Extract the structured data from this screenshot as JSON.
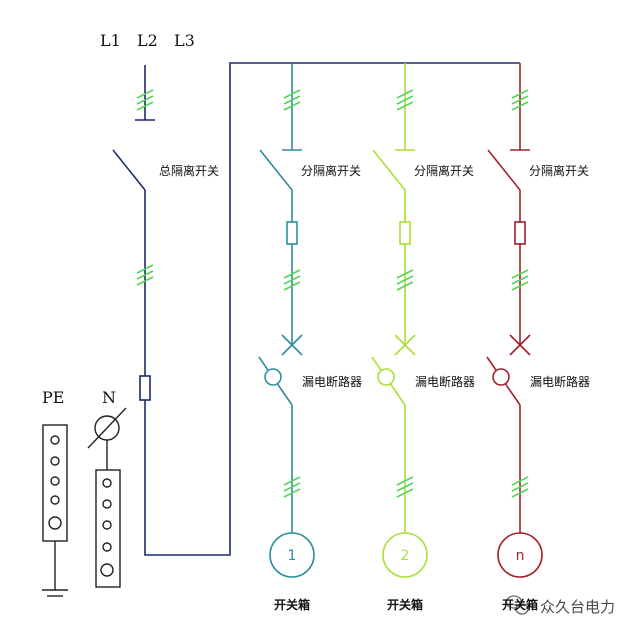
{
  "phases": [
    "L1",
    "L2",
    "L3"
  ],
  "main_switch_label": "总隔离开关",
  "branches": [
    {
      "switch_label": "分隔离开关",
      "breaker_label": "漏电断路器",
      "box_id": "1",
      "box_label": "开关箱",
      "color": "#2b8ea0"
    },
    {
      "switch_label": "分隔离开关",
      "breaker_label": "漏电断路器",
      "box_id": "2",
      "box_label": "开关箱",
      "color": "#a9e034"
    },
    {
      "switch_label": "分隔离开关",
      "breaker_label": "漏电断路器",
      "box_id": "n",
      "box_label": "开关箱",
      "color": "#a3202c"
    }
  ],
  "pe_label": "PE",
  "n_label": "N",
  "watermark": {
    "text": "众久台电力",
    "icon": "wechat-icon"
  },
  "colors": {
    "main": "#1c2b6c",
    "hash": "#56d356",
    "terminal": "#222222",
    "watermark": "#666666"
  }
}
